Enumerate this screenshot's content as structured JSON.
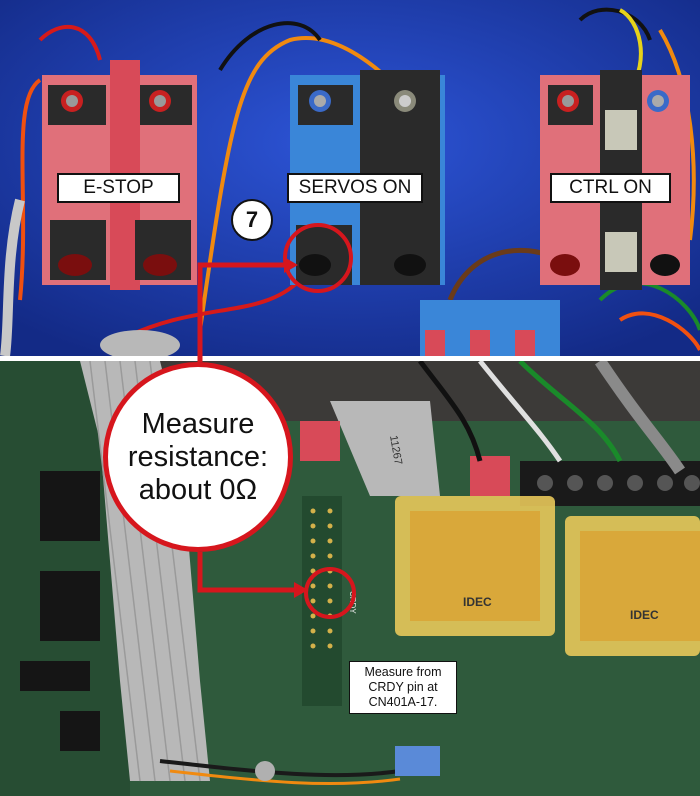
{
  "labels": {
    "estop": "E-STOP",
    "servos_on": "SERVOS ON",
    "ctrl_on": "CTRL ON"
  },
  "step_number": "7",
  "callout": {
    "line1": "Measure",
    "line2": "resistance:",
    "line3": "about 0Ω"
  },
  "note": {
    "line1": "Measure from",
    "line2": "CRDY pin at",
    "line3": "CN401A-17."
  },
  "board_text": {
    "crdy": "CRDY",
    "idec_1": "IDEC",
    "idec_2": "IDEC",
    "cable_mark": "11267"
  },
  "colors": {
    "accent_red": "#d6161d",
    "panel_blue": "#1f3fb0",
    "pcb_green": "#2f5a3c",
    "relay_amber": "#e8c85a"
  }
}
